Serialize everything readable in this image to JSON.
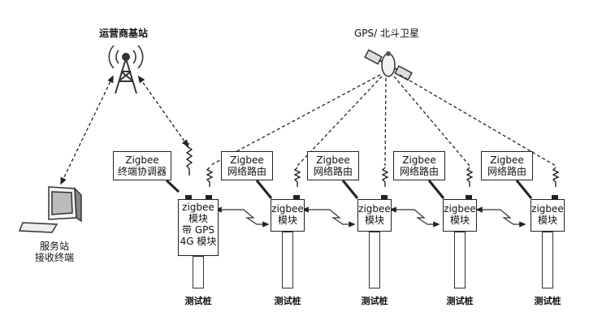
{
  "labels": {
    "base_station": "运营商基站",
    "satellite": "GPS/ 北斗卫星",
    "server_line1": "服务站",
    "server_line2": "接收终端"
  },
  "coordinator_box": {
    "line1": "Zigbee",
    "line2": "终端协调器"
  },
  "router_box": {
    "line1": "Zigbee",
    "line2": "网络路由"
  },
  "main_module": {
    "line1": "zigbee",
    "line2": "模块",
    "line3": "带 GPS",
    "line4": "4G 模块"
  },
  "router_module": {
    "line1": "zigbee",
    "line2": "模块"
  },
  "test_pile": "测试桩"
}
